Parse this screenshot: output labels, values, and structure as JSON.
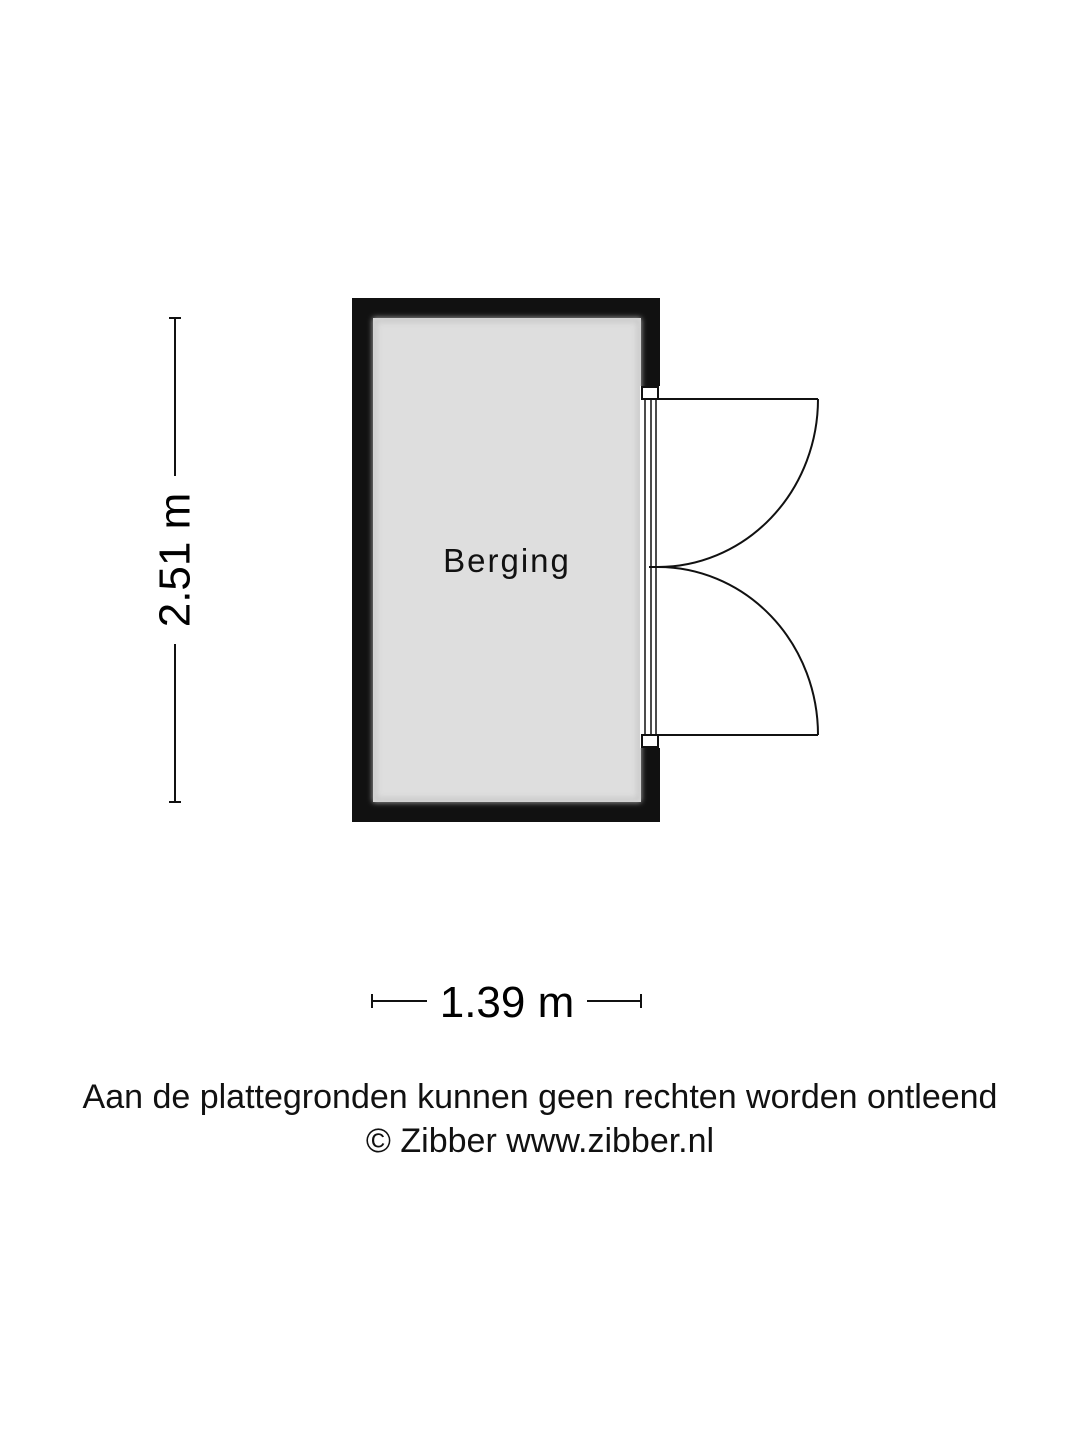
{
  "room": {
    "name": "Berging",
    "fill_color": "#dedede",
    "wall_color": "#111111"
  },
  "dimensions": {
    "height_label": "2.51 m",
    "width_label": "1.39 m"
  },
  "footer": {
    "disclaimer": "Aan de plattegronden kunnen geen rechten worden ontleend",
    "copyright": "© Zibber www.zibber.nl"
  }
}
